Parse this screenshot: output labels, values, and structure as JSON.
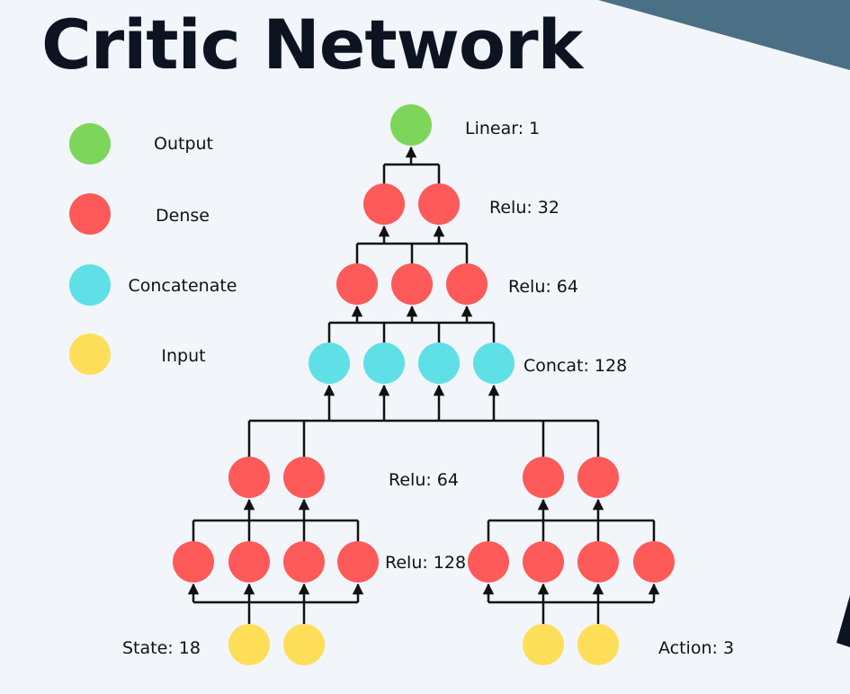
{
  "title": "Critic Network",
  "legend": [
    {
      "label": "Output",
      "color": "#7dd65a"
    },
    {
      "label": "Dense",
      "color": "#ff5a5a"
    },
    {
      "label": "Concatenate",
      "color": "#5ee0e6"
    },
    {
      "label": "Input",
      "color": "#ffde59"
    }
  ],
  "layer_labels": {
    "output": "Linear: 1",
    "dense32": "Relu: 32",
    "dense64_top": "Relu: 64",
    "concat": "Concat: 128",
    "dense64_branch": "Relu: 64",
    "dense128_branch": "Relu: 128",
    "state_input": "State: 18",
    "action_input": "Action: 3"
  },
  "colors": {
    "output": "#7dd65a",
    "dense": "#ff5a5a",
    "concat": "#5ee0e6",
    "input": "#ffde59",
    "edge": "#111111",
    "corner_accent": "#4b6f84"
  }
}
